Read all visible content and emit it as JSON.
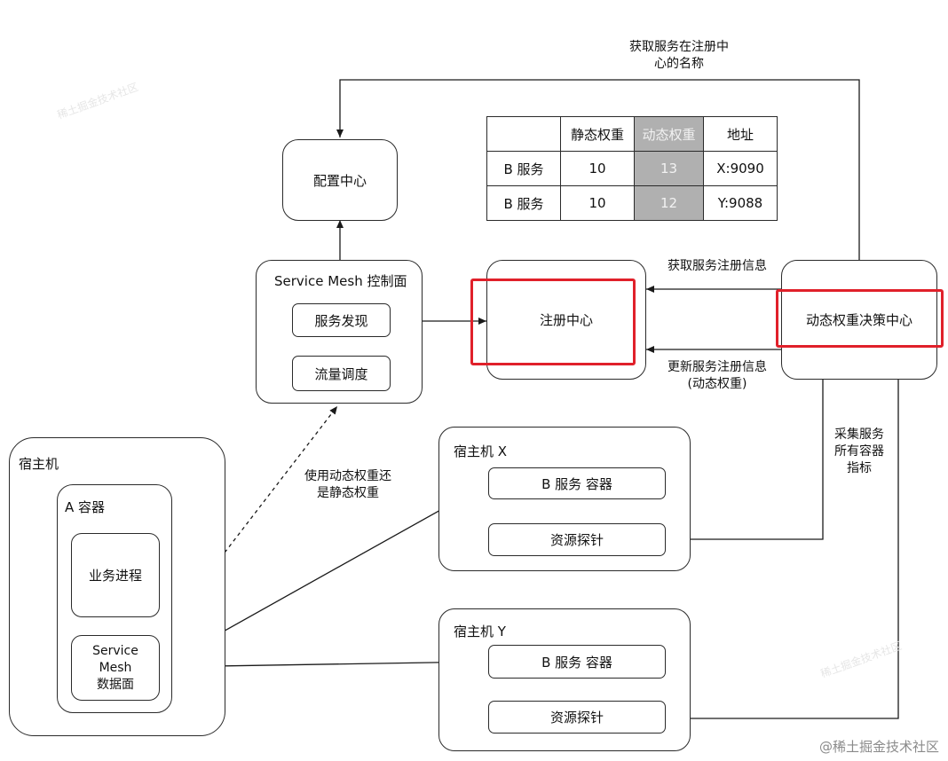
{
  "config_center": {
    "label": "配置中心"
  },
  "control_plane": {
    "title": "Service Mesh 控制面",
    "service_discovery": "服务发现",
    "traffic_scheduling": "流量调度"
  },
  "registry": {
    "label": "注册中心"
  },
  "decision_center": {
    "label": "动态权重决策中心"
  },
  "weight_table": {
    "headers": [
      "",
      "静态权重",
      "动态权重",
      "地址"
    ],
    "rows": [
      [
        "B 服务",
        "10",
        "13",
        "X:9090"
      ],
      [
        "B 服务",
        "10",
        "12",
        "Y:9088"
      ]
    ]
  },
  "host_main": {
    "title": "宿主机",
    "container_a": "A 容器",
    "business_process": "业务进程",
    "data_plane": "Service\nMesh\n数据面"
  },
  "host_x": {
    "title": "宿主机 X",
    "service": "B 服务 容器",
    "probe": "资源探针"
  },
  "host_y": {
    "title": "宿主机 Y",
    "service": "B 服务 容器",
    "probe": "资源探针"
  },
  "labels": {
    "get_name": "获取服务在注册中\n心的名称",
    "get_reg_info": "获取服务注册信息",
    "update_reg_info": "更新服务注册信息\n(动态权重)",
    "collect_metrics": "采集服务\n所有容器\n指标",
    "use_weight": "使用动态权重还\n是静态权重"
  },
  "watermark": "稀土掘金技术社区",
  "footer": "@稀土掘金技术社区"
}
